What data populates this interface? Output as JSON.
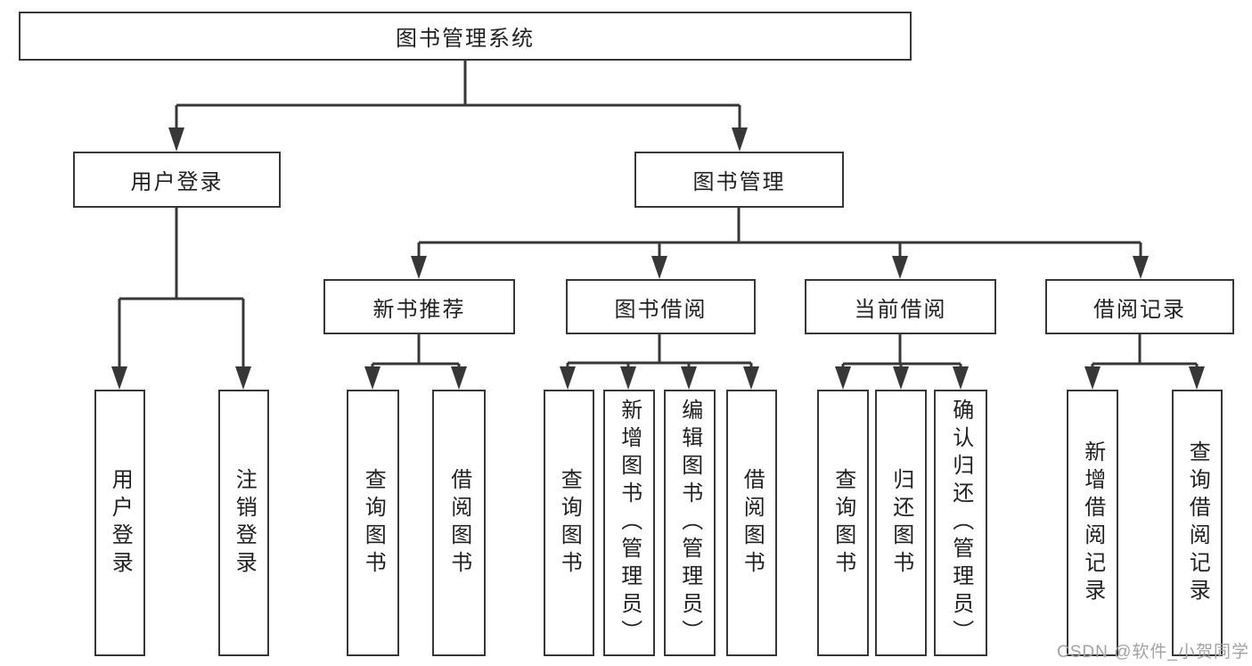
{
  "root": {
    "label": "图书管理系统"
  },
  "userLogin": {
    "label": "用户登录",
    "children": [
      {
        "label": "用户登录"
      },
      {
        "label": "注销登录"
      }
    ]
  },
  "bookManagement": {
    "label": "图书管理",
    "sections": [
      {
        "label": "新书推荐",
        "children": [
          {
            "label": "查询图书"
          },
          {
            "label": "借阅图书"
          }
        ]
      },
      {
        "label": "图书借阅",
        "children": [
          {
            "label": "查询图书"
          },
          {
            "label": "新增图书（管理员）"
          },
          {
            "label": "编辑图书（管理员）"
          },
          {
            "label": "借阅图书"
          }
        ]
      },
      {
        "label": "当前借阅",
        "children": [
          {
            "label": "查询图书"
          },
          {
            "label": "归还图书"
          },
          {
            "label": "确认归还（管理员）"
          }
        ]
      },
      {
        "label": "借阅记录",
        "children": [
          {
            "label": "新增借阅记录"
          },
          {
            "label": "查询借阅记录"
          }
        ]
      }
    ]
  },
  "watermark": "CSDN @软件_小贺同学",
  "colors": {
    "line": "#373737",
    "text": "#212121",
    "background": "#ffffff",
    "watermark": "#a2a2a2"
  }
}
